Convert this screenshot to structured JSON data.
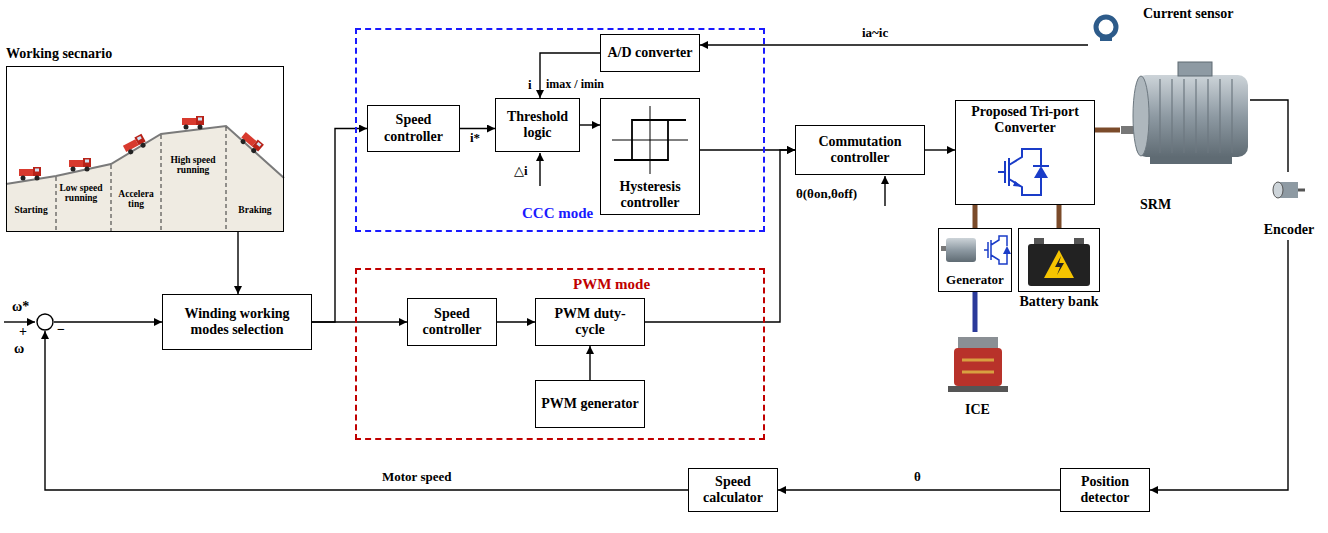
{
  "diagram": {
    "nodes": [
      {
        "text": [
          "Working secnario"
        ]
      },
      {
        "text": [
          "+",
          "−"
        ]
      },
      {
        "text": [
          "Winding working modes selection"
        ]
      },
      {
        "text": [
          "CCC mode"
        ]
      },
      {
        "text": [
          "Speed controller"
        ],
        "in": 3
      },
      {
        "text": [
          "Threshold logic"
        ],
        "in": 3
      },
      {
        "text": [
          "A/D converter"
        ],
        "in": 3
      },
      {
        "text": [
          "Hysteresis controller"
        ],
        "in": 3
      },
      {
        "text": [
          "PWM mode"
        ]
      },
      {
        "text": [
          "Speed controller"
        ],
        "in": 8
      },
      {
        "text": [
          "PWM duty-cycle"
        ],
        "in": 8
      },
      {
        "text": [
          "PWM generator"
        ],
        "in": 8
      },
      {
        "text": [
          "Commutation controller"
        ]
      },
      {
        "text": [
          "Current sensor"
        ]
      },
      {
        "text": [
          "Proposed Tri-port Converter"
        ]
      },
      {
        "text": [
          "SRM"
        ]
      },
      {
        "text": [
          "Generator"
        ]
      },
      {
        "text": [
          "Battery bank"
        ]
      },
      {
        "text": [
          "ICE"
        ]
      },
      {
        "text": [
          "Encoder"
        ]
      },
      {
        "text": [
          "Position detector"
        ]
      },
      {
        "text": [
          "Speed calculator"
        ]
      }
    ],
    "edges": [
      {
        "from": 0,
        "to": 2,
        "arrow": "to"
      },
      {
        "from": 1,
        "to": 2,
        "arrow": "to"
      },
      {
        "from": 2,
        "to": 4,
        "arrow": "to"
      },
      {
        "from": 2,
        "to": 9,
        "arrow": "to"
      },
      {
        "from": 4,
        "to": 5,
        "label": "i*",
        "arrow": "to"
      },
      {
        "from": 6,
        "to": 5,
        "label": "i",
        "arrow": "to"
      },
      {
        "from": 5,
        "to": 7,
        "arrow": "to"
      },
      {
        "from": 7,
        "to": 12,
        "arrow": "to"
      },
      {
        "from": 9,
        "to": 10,
        "arrow": "to"
      },
      {
        "from": 11,
        "to": 10,
        "arrow": "to"
      },
      {
        "from": 10,
        "to": 12,
        "arrow": "to"
      },
      {
        "from": 12,
        "to": 14,
        "arrow": "to"
      },
      {
        "from": 13,
        "to": 6,
        "label": "ia~ic",
        "arrow": "to"
      },
      {
        "from": 14,
        "to": 15,
        "arrow": "none"
      },
      {
        "from": 14,
        "to": 16,
        "arrow": "none"
      },
      {
        "from": 14,
        "to": 17,
        "arrow": "none"
      },
      {
        "from": 18,
        "to": 16,
        "arrow": "none"
      },
      {
        "from": 15,
        "to": 19,
        "arrow": "none"
      },
      {
        "from": 19,
        "to": 20,
        "arrow": "to"
      },
      {
        "from": 20,
        "to": 21,
        "label": "θ",
        "arrow": "to"
      },
      {
        "from": 21,
        "to": 1,
        "label": "Motor speed",
        "arrow": "to"
      }
    ],
    "labels": [
      "Starting",
      "Low speed running",
      "Accelera ting",
      "High speed running",
      "Braking",
      "ω*",
      "ω",
      "imax / imin",
      "△i",
      "θ(θon,θoff)"
    ]
  }
}
